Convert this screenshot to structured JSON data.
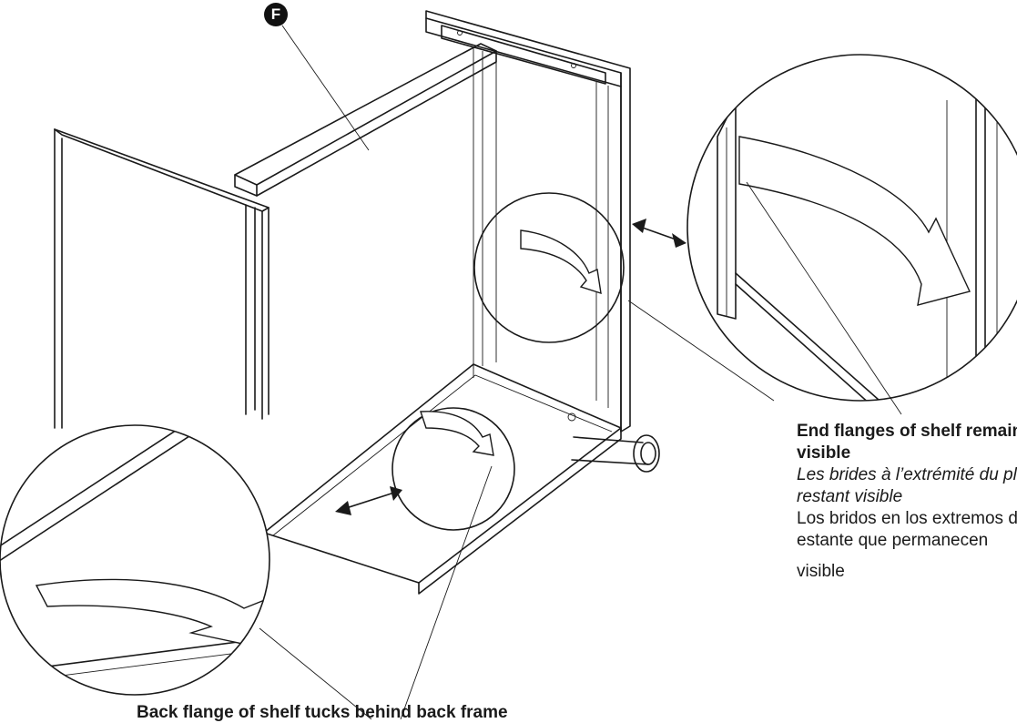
{
  "step_badge": {
    "label": "F",
    "fill": "#111111"
  },
  "callout_end_flanges": {
    "en": "End flanges of shelf remain visible",
    "fr": "Les brides à l’extrémité du plateau restant visible",
    "es_line1": "Los bridos en los extremos del estante que permanecen",
    "es_line2": "visible"
  },
  "caption_back_flange": "Back flange of shelf tucks behind back frame",
  "colors": {
    "line": "#1a1a1a",
    "background": "#ffffff"
  }
}
